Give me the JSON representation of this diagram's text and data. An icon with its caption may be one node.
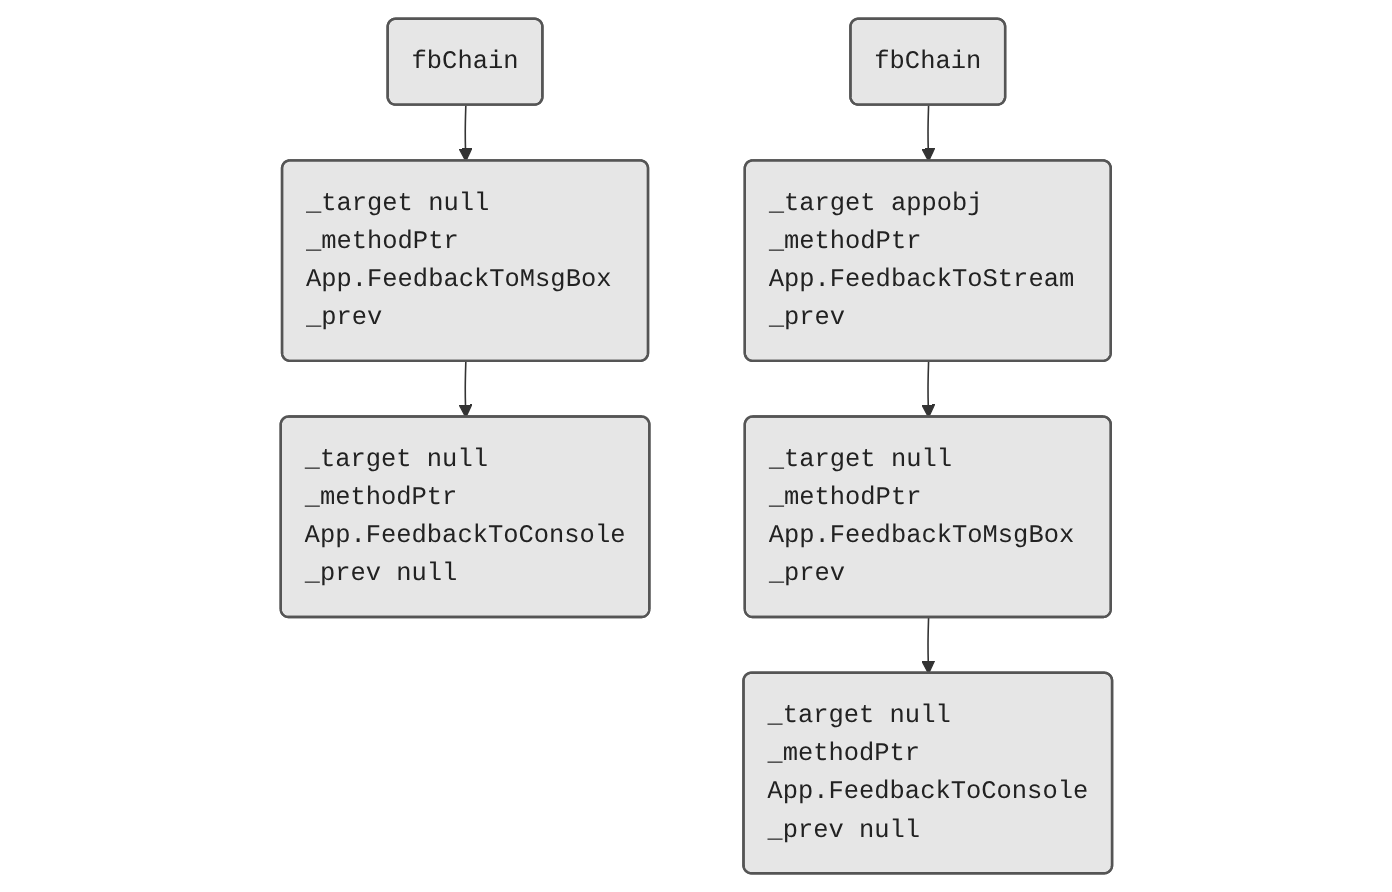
{
  "diagram": {
    "nodes": [
      {
        "text": [
          "fbChain"
        ]
      },
      {
        "text": [
          "_target null",
          "_methodPtr App.FeedbackToMsgBox",
          "_prev"
        ]
      },
      {
        "text": [
          "_target null",
          "_methodPtr App.FeedbackToConsole",
          "_prev null"
        ]
      },
      {
        "text": [
          "fbChain"
        ]
      },
      {
        "text": [
          "_target appobj",
          "_methodPtr App.FeedbackToStream",
          "_prev"
        ]
      },
      {
        "text": [
          "_target null",
          "_methodPtr App.FeedbackToMsgBox",
          "_prev"
        ]
      },
      {
        "text": [
          "_target null",
          "_methodPtr App.FeedbackToConsole",
          "_prev null"
        ]
      }
    ],
    "edges": [
      {
        "from": 0,
        "to": 1,
        "arrow": "to"
      },
      {
        "from": 1,
        "to": 2,
        "arrow": "to"
      },
      {
        "from": 3,
        "to": 4,
        "arrow": "to"
      },
      {
        "from": 4,
        "to": 5,
        "arrow": "to"
      },
      {
        "from": 5,
        "to": 6,
        "arrow": "to"
      }
    ]
  }
}
